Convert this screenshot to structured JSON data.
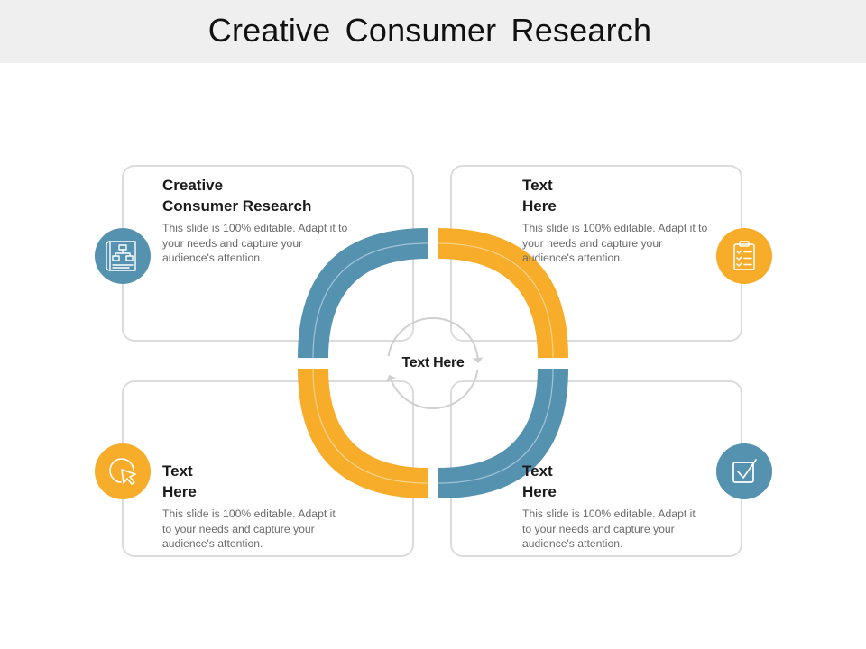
{
  "title": "Creative Consumer Research",
  "center_label": "Text Here",
  "colors": {
    "blue": "#5592b0",
    "yellow": "#f7ad29",
    "border": "#dcdcdc",
    "title_bg": "#efefef"
  },
  "cards": [
    {
      "heading": "Creative\nConsumer Research",
      "body": "This slide is 100% editable. Adapt it to your needs and capture your audience's attention.",
      "icon": "flowchart-document-icon",
      "color": "#5592b0"
    },
    {
      "heading": "Text\nHere",
      "body": "This slide is 100% editable. Adapt it to your needs and capture your audience's attention.",
      "icon": "clipboard-checklist-icon",
      "color": "#f7ad29"
    },
    {
      "heading": "Text\nHere",
      "body": "This slide is 100% editable. Adapt it to your needs and capture your audience's attention.",
      "icon": "cursor-click-icon",
      "color": "#f7ad29"
    },
    {
      "heading": "Text\nHere",
      "body": "This slide is 100% editable. Adapt it to your needs and capture your audience's attention.",
      "icon": "checkbox-icon",
      "color": "#5592b0"
    }
  ]
}
